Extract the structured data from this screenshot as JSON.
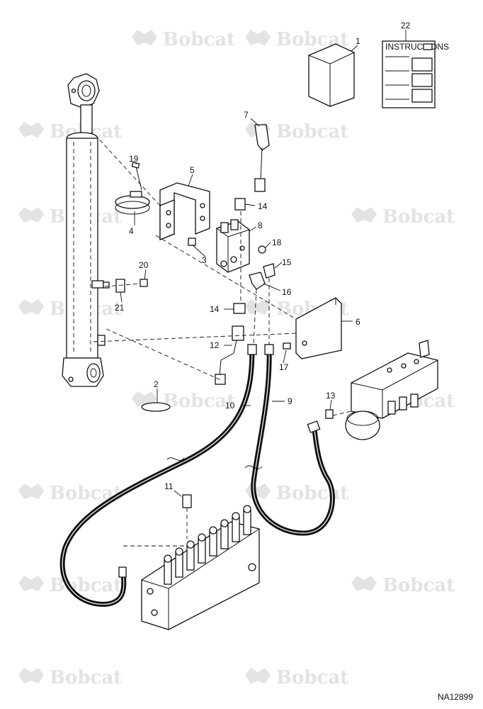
{
  "watermark": {
    "text": "Bobcat",
    "color": "#e3e3e3"
  },
  "reference_code": "NA12899",
  "instructions_label": "INSTRUCTIONS",
  "callouts": [
    {
      "id": "c1",
      "label": "1"
    },
    {
      "id": "c2",
      "label": "2"
    },
    {
      "id": "c3",
      "label": "3"
    },
    {
      "id": "c4",
      "label": "4"
    },
    {
      "id": "c5",
      "label": "5"
    },
    {
      "id": "c6",
      "label": "6"
    },
    {
      "id": "c7",
      "label": "7"
    },
    {
      "id": "c8",
      "label": "8"
    },
    {
      "id": "c9",
      "label": "9"
    },
    {
      "id": "c10",
      "label": "10"
    },
    {
      "id": "c11",
      "label": "11"
    },
    {
      "id": "c12",
      "label": "12"
    },
    {
      "id": "c13",
      "label": "13"
    },
    {
      "id": "c14a",
      "label": "14"
    },
    {
      "id": "c14b",
      "label": "14"
    },
    {
      "id": "c15",
      "label": "15"
    },
    {
      "id": "c16",
      "label": "16"
    },
    {
      "id": "c17",
      "label": "17"
    },
    {
      "id": "c18",
      "label": "18"
    },
    {
      "id": "c19",
      "label": "19"
    },
    {
      "id": "c20",
      "label": "20"
    },
    {
      "id": "c21",
      "label": "21"
    },
    {
      "id": "c22",
      "label": "22"
    }
  ]
}
